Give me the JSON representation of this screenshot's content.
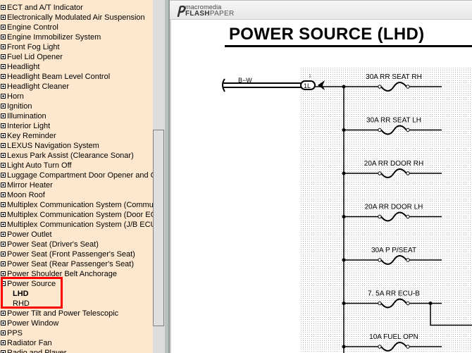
{
  "sidebar": {
    "items": [
      {
        "label": "ECT and A/T Indicator",
        "state": "collapsed"
      },
      {
        "label": "Electronically Modulated Air Suspension",
        "state": "collapsed"
      },
      {
        "label": "Engine Control",
        "state": "collapsed"
      },
      {
        "label": "Engine Immobilizer System",
        "state": "collapsed"
      },
      {
        "label": "Front Fog Light",
        "state": "collapsed"
      },
      {
        "label": "Fuel Lid Opener",
        "state": "collapsed"
      },
      {
        "label": "Headlight",
        "state": "collapsed"
      },
      {
        "label": "Headlight Beam Level Control",
        "state": "collapsed"
      },
      {
        "label": "Headlight Cleaner",
        "state": "collapsed"
      },
      {
        "label": "Horn",
        "state": "collapsed"
      },
      {
        "label": "Ignition",
        "state": "collapsed"
      },
      {
        "label": "Illumination",
        "state": "collapsed"
      },
      {
        "label": "Interior Light",
        "state": "collapsed"
      },
      {
        "label": "Key Reminder",
        "state": "collapsed"
      },
      {
        "label": "LEXUS Navigation System",
        "state": "collapsed"
      },
      {
        "label": "Lexus Park Assist (Clearance Sonar)",
        "state": "collapsed"
      },
      {
        "label": "Light Auto Turn Off",
        "state": "collapsed"
      },
      {
        "label": "Luggage Compartment Door Opener and Closer",
        "state": "collapsed"
      },
      {
        "label": "Mirror Heater",
        "state": "collapsed"
      },
      {
        "label": "Moon Roof",
        "state": "collapsed"
      },
      {
        "label": "Multiplex Communication System (Communication Bus)",
        "state": "collapsed"
      },
      {
        "label": "Multiplex Communication System (Door ECU)",
        "state": "collapsed"
      },
      {
        "label": "Multiplex Communication System (J/B ECU)",
        "state": "collapsed"
      },
      {
        "label": "Power Outlet",
        "state": "collapsed"
      },
      {
        "label": "Power Seat (Driver's Seat)",
        "state": "collapsed"
      },
      {
        "label": "Power Seat (Front Passenger's Seat)",
        "state": "collapsed"
      },
      {
        "label": "Power Seat (Rear Passenger's Seat)",
        "state": "collapsed"
      },
      {
        "label": "Power Shoulder Belt Anchorage",
        "state": "collapsed"
      },
      {
        "label": "Power Source",
        "state": "expanded",
        "children": [
          {
            "label": "LHD",
            "selected": true
          },
          {
            "label": "RHD",
            "selected": false
          }
        ]
      },
      {
        "label": "Power Tilt and Power Telescopic",
        "state": "collapsed"
      },
      {
        "label": "Power Window",
        "state": "collapsed"
      },
      {
        "label": "PPS",
        "state": "collapsed"
      },
      {
        "label": "Radiator Fan",
        "state": "collapsed"
      },
      {
        "label": "Radio and Player",
        "state": "collapsed"
      }
    ]
  },
  "viewer": {
    "brand_top": "macromedia",
    "brand_bold": "FLASH",
    "brand_light": "PAPER",
    "page_title": "POWER SOURCE (LHD)"
  },
  "diagram": {
    "wire_color_label": "B−W",
    "connector_label": "1L",
    "pin_label": "1",
    "fuses": [
      {
        "label": "30A RR SEAT RH"
      },
      {
        "label": "30A RR SEAT LH"
      },
      {
        "label": "20A RR DOOR RH"
      },
      {
        "label": "20A RR DOOR LH"
      },
      {
        "label": "30A P P/SEAT"
      },
      {
        "label": "7. 5A RR ECU-B"
      },
      {
        "label": "10A FUEL OPN"
      }
    ]
  },
  "colors": {
    "sidebar_bg": "#fde8cf",
    "highlight_box": "#ff0000"
  }
}
